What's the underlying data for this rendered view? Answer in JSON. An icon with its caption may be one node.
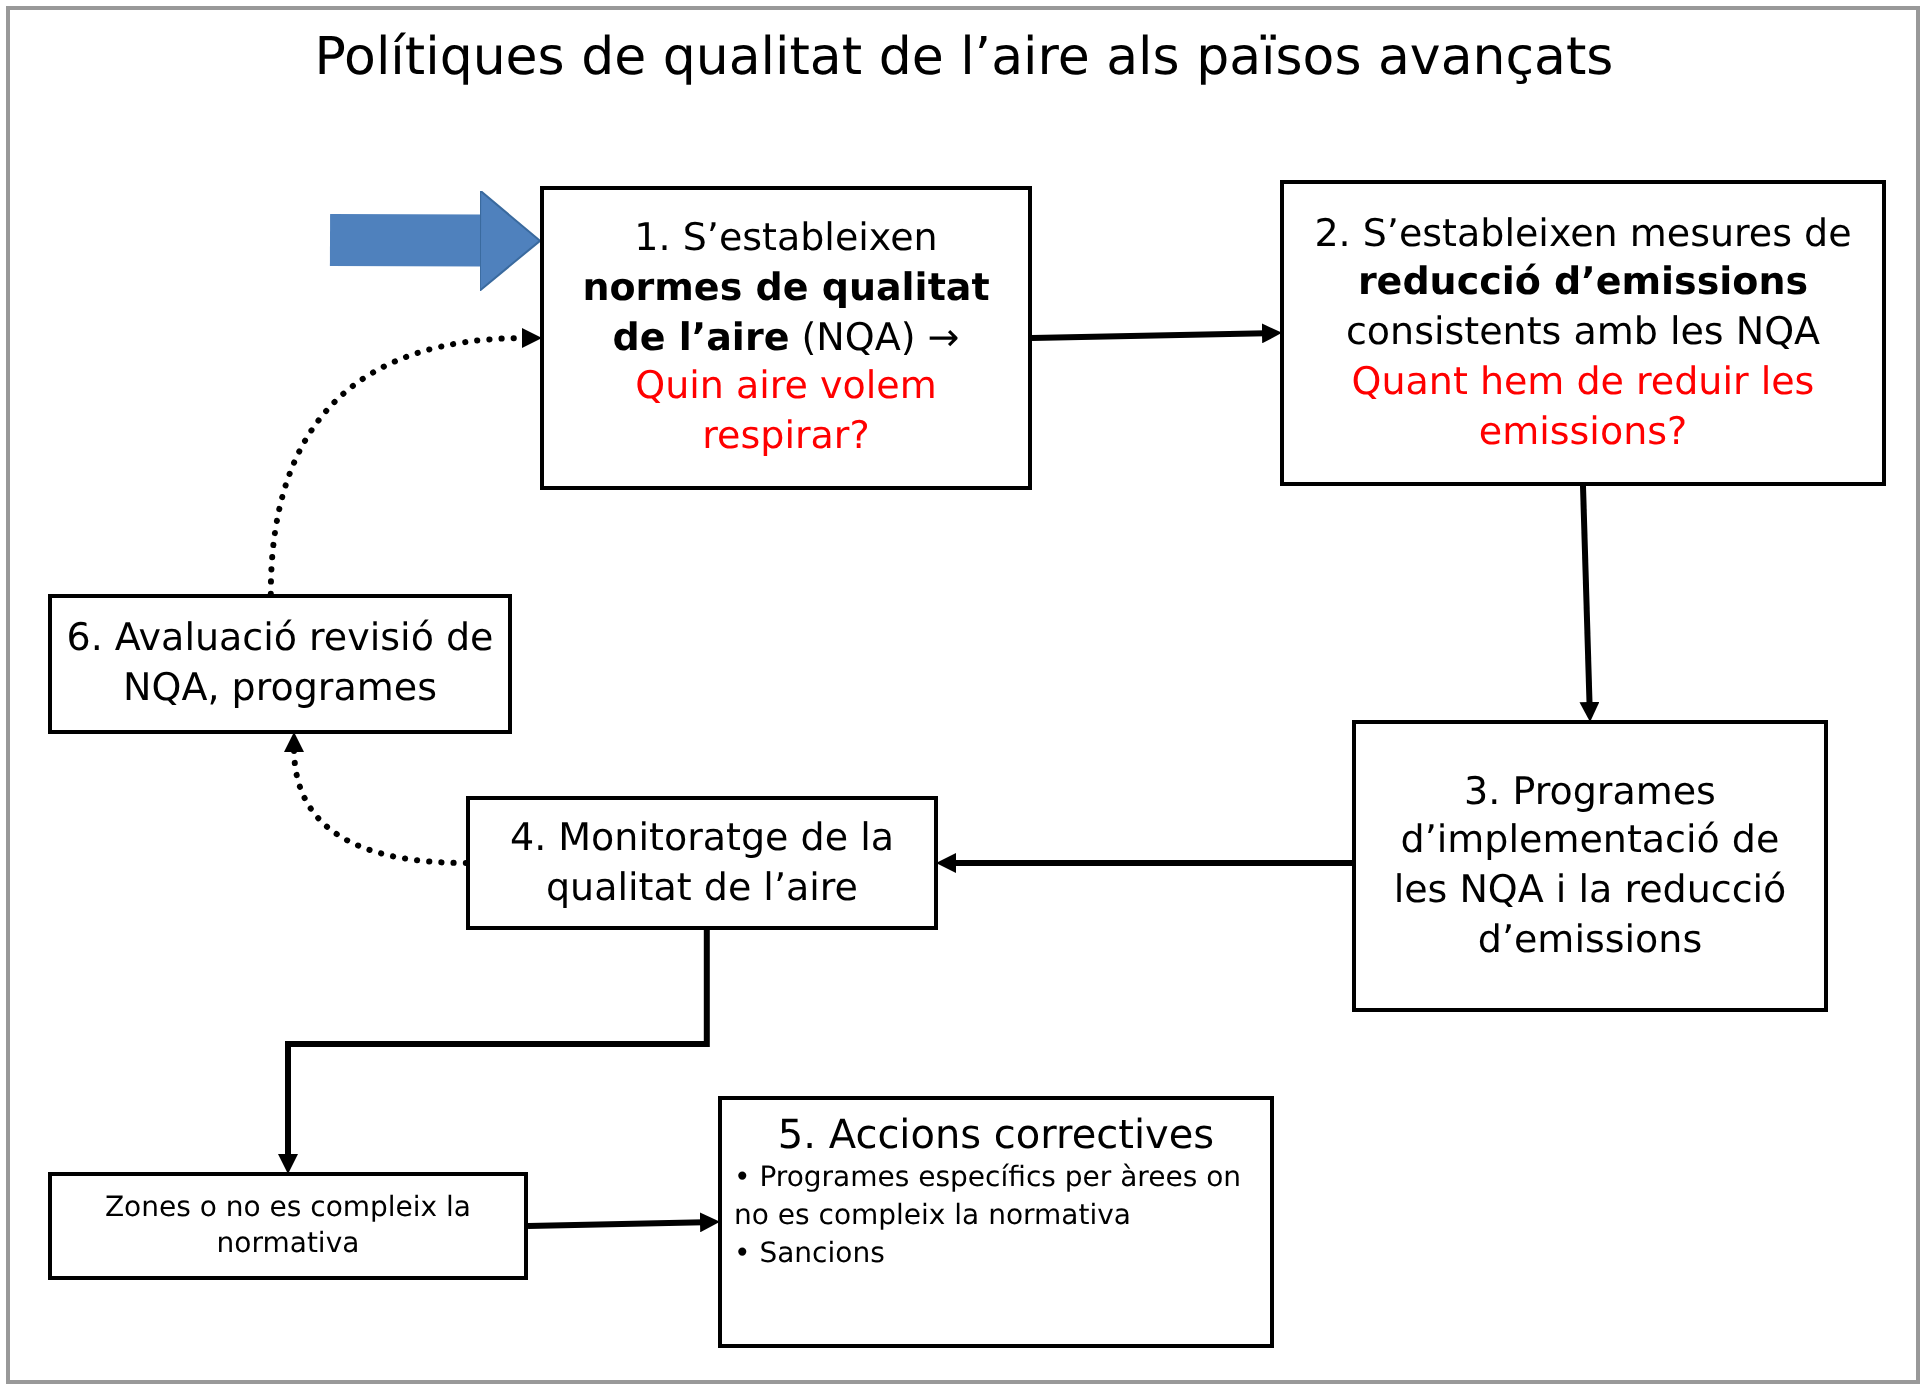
{
  "diagram": {
    "title": "Polítiques de qualitat de l’aire als països avançats",
    "nodes": [
      {
        "text": [
          "1. S’estableixen **normes de qualitat de l’aire** (NQA) →",
          "Quin aire volem respirar?"
        ]
      },
      {
        "text": [
          "2. S’estableixen mesures de **reducció d’emissions** consistents amb les NQA",
          "Quant hem de reduir les emissions?"
        ]
      },
      {
        "text": [
          "3. Programes d’implementació de les NQA i la reducció d’emissions"
        ]
      },
      {
        "text": [
          "4. Monitoratge de la qualitat de l’aire"
        ]
      },
      {
        "text": [
          "6. Avaluació revisió de NQA, programes"
        ]
      },
      {
        "text": [
          "Zones o no es compleix la normativa"
        ]
      },
      {
        "text": [
          "5. Accions correctives",
          "• Programes específics per àrees on no es compleix la normativa",
          "•  Sancions"
        ]
      }
    ],
    "edges": [
      {
        "from": null,
        "to": 0,
        "arrow": "to",
        "style": "thick",
        "color": "#4f81bd"
      },
      {
        "from": 0,
        "to": 1,
        "arrow": "to"
      },
      {
        "from": 1,
        "to": 2,
        "arrow": "to"
      },
      {
        "from": 2,
        "to": 3,
        "arrow": "to"
      },
      {
        "from": 3,
        "to": 4,
        "arrow": "to",
        "style": "dashed"
      },
      {
        "from": 4,
        "to": 0,
        "arrow": "to",
        "style": "dashed"
      },
      {
        "from": 3,
        "to": 5,
        "arrow": "to"
      },
      {
        "from": 5,
        "to": 6,
        "arrow": "to"
      }
    ]
  }
}
